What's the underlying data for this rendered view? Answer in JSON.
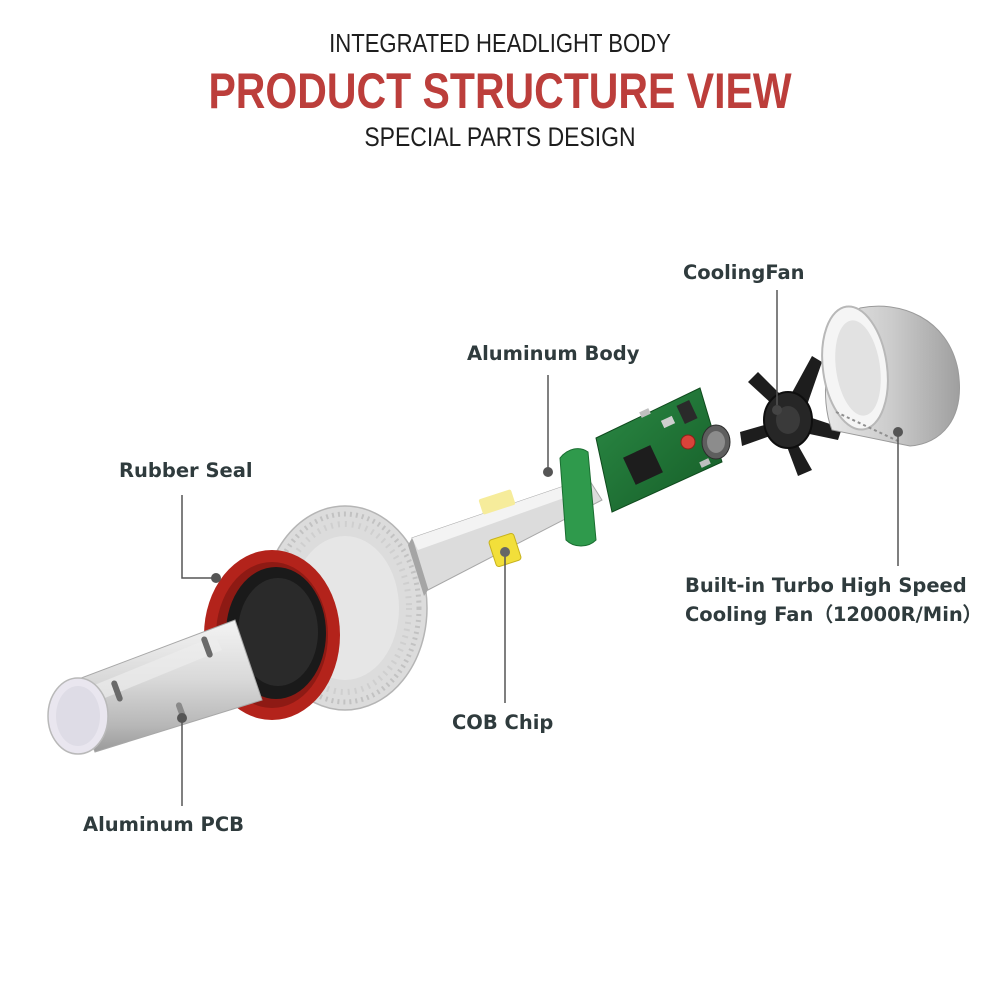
{
  "header": {
    "top_line": "INTEGRATED HEADLIGHT BODY",
    "main_title": "PRODUCT STRUCTURE VIEW",
    "bottom_line": "SPECIAL PARTS DESIGN"
  },
  "callouts": {
    "cooling_fan": "CoolingFan",
    "aluminum_body": "Aluminum Body",
    "rubber_seal": "Rubber Seal",
    "turbo_line1": "Built-in Turbo High Speed",
    "turbo_line2": "Cooling Fan（12000R/Min）",
    "cob_chip": "COB Chip",
    "aluminum_pcb": "Aluminum PCB"
  },
  "colors": {
    "title_red": "#bc3e3b",
    "label_text": "#2f3b3d",
    "pcb_green": "#1f7a36",
    "cob_yellow": "#f2df3a",
    "rubber_red": "#b3231b"
  }
}
